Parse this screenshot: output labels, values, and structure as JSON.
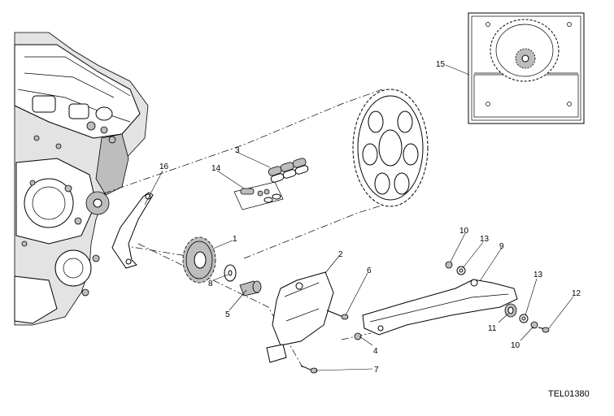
{
  "diagram": {
    "reference_code": "TEL01380",
    "callouts": [
      {
        "id": "c1",
        "label": "1"
      },
      {
        "id": "c2",
        "label": "2"
      },
      {
        "id": "c3",
        "label": "3"
      },
      {
        "id": "c4",
        "label": "4"
      },
      {
        "id": "c5",
        "label": "5"
      },
      {
        "id": "c6",
        "label": "6"
      },
      {
        "id": "c7",
        "label": "7"
      },
      {
        "id": "c8",
        "label": "8"
      },
      {
        "id": "c9",
        "label": "9"
      },
      {
        "id": "c10a",
        "label": "10"
      },
      {
        "id": "c10b",
        "label": "10"
      },
      {
        "id": "c11",
        "label": "11"
      },
      {
        "id": "c12",
        "label": "12"
      },
      {
        "id": "c13a",
        "label": "13"
      },
      {
        "id": "c13b",
        "label": "13"
      },
      {
        "id": "c14",
        "label": "14"
      },
      {
        "id": "c15",
        "label": "15"
      },
      {
        "id": "c16",
        "label": "16"
      }
    ]
  }
}
